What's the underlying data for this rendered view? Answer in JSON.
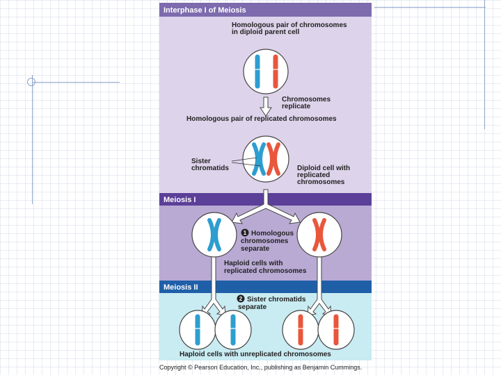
{
  "colors": {
    "interphase_bg": "#ddd3ea",
    "interphase_bar": "#7d6bae",
    "meiosis1_bg": "#b9aad4",
    "meiosis1_bar": "#5b3f98",
    "meiosis2_bg": "#c9ebf2",
    "meiosis2_bar": "#1f5fa8",
    "chrom_blue": "#2d9ecf",
    "chrom_red": "#e8573c"
  },
  "sections": {
    "interphase": "Interphase I of Meiosis",
    "meiosis1": "Meiosis I",
    "meiosis2": "Meiosis II"
  },
  "labels": {
    "homologous_pair_1": "Homologous pair of chromosomes",
    "homologous_pair_2": "in diploid parent cell",
    "replicate_1": "Chromosomes",
    "replicate_2": "replicate",
    "replicated_pair": "Homologous pair of replicated chromosomes",
    "sister_1": "Sister",
    "sister_2": "chromatids",
    "diploid_1": "Diploid cell with",
    "diploid_2": "replicated",
    "diploid_3": "chromosomes",
    "step1_num": "1",
    "step1_1": "Homologous",
    "step1_2": "chromosomes",
    "step1_3": "separate",
    "haploid_rep_1": "Haploid cells with",
    "haploid_rep_2": "replicated chromosomes",
    "step2_num": "2",
    "step2_1": "Sister chromatids",
    "step2_2": "separate",
    "haploid_unrep": "Haploid cells with unreplicated chromosomes"
  },
  "copyright": "Copyright © Pearson Education, Inc., publishing as Benjamin Cummings."
}
